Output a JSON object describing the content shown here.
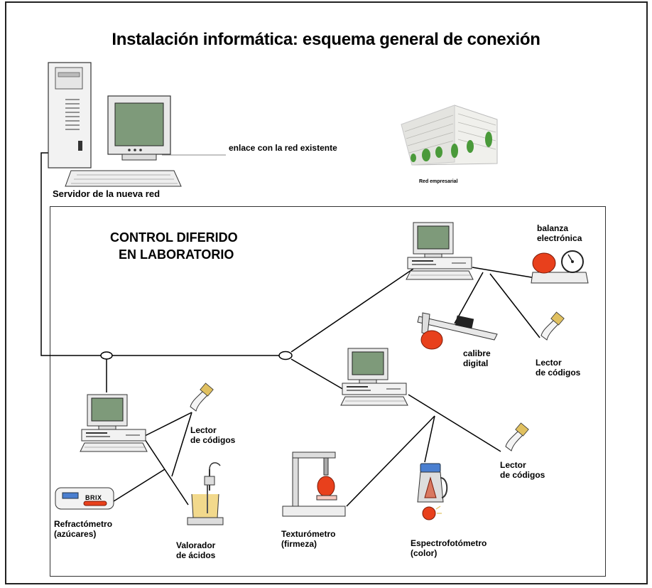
{
  "title": "Instalación informática: esquema general de conexión",
  "server_label": "Servidor de la nueva red",
  "link_label": "enlace con la red existente",
  "enterprise_label": "Red empresarial",
  "lab": {
    "line1": "CONTROL DIFERIDO",
    "line2": "EN LABORATORIO"
  },
  "devices": {
    "balanza": {
      "line1": "balanza",
      "line2": "electrónica"
    },
    "calibre": {
      "line1": "calibre",
      "line2": "digital"
    },
    "lector_top": {
      "line1": "Lector",
      "line2": "de códigos"
    },
    "lector_left": {
      "line1": "Lector",
      "line2": "de códigos"
    },
    "lector_right": {
      "line1": "Lector",
      "line2": "de códigos"
    },
    "refractometro": {
      "line1": "Refractómetro",
      "line2": "(azúcares)",
      "display": "BRIX"
    },
    "valorador": {
      "line1": "Valorador",
      "line2": "de ácidos"
    },
    "texturometro": {
      "line1": "Texturómetro",
      "line2": "(firmeza)"
    },
    "espectro": {
      "line1": "Espectrofotómetro",
      "line2": "(color)"
    }
  },
  "colors": {
    "screen": "#7e9a7a",
    "fruit": "#e8401c",
    "scanner_tip": "#e0c060",
    "brix_blue": "#4a7fd0",
    "building_green": "#4a9a3a"
  }
}
